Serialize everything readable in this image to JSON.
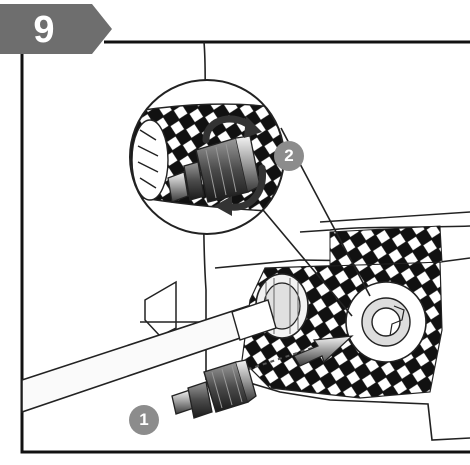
{
  "step": {
    "number": "9"
  },
  "callouts": [
    {
      "number": "1"
    },
    {
      "number": "2"
    }
  ],
  "colors": {
    "tab": "#6e6e6e",
    "callout": "#8c8c8c",
    "line": "#222222"
  },
  "icons": [
    "rotate-arrows-icon",
    "push-arrow-icon"
  ]
}
